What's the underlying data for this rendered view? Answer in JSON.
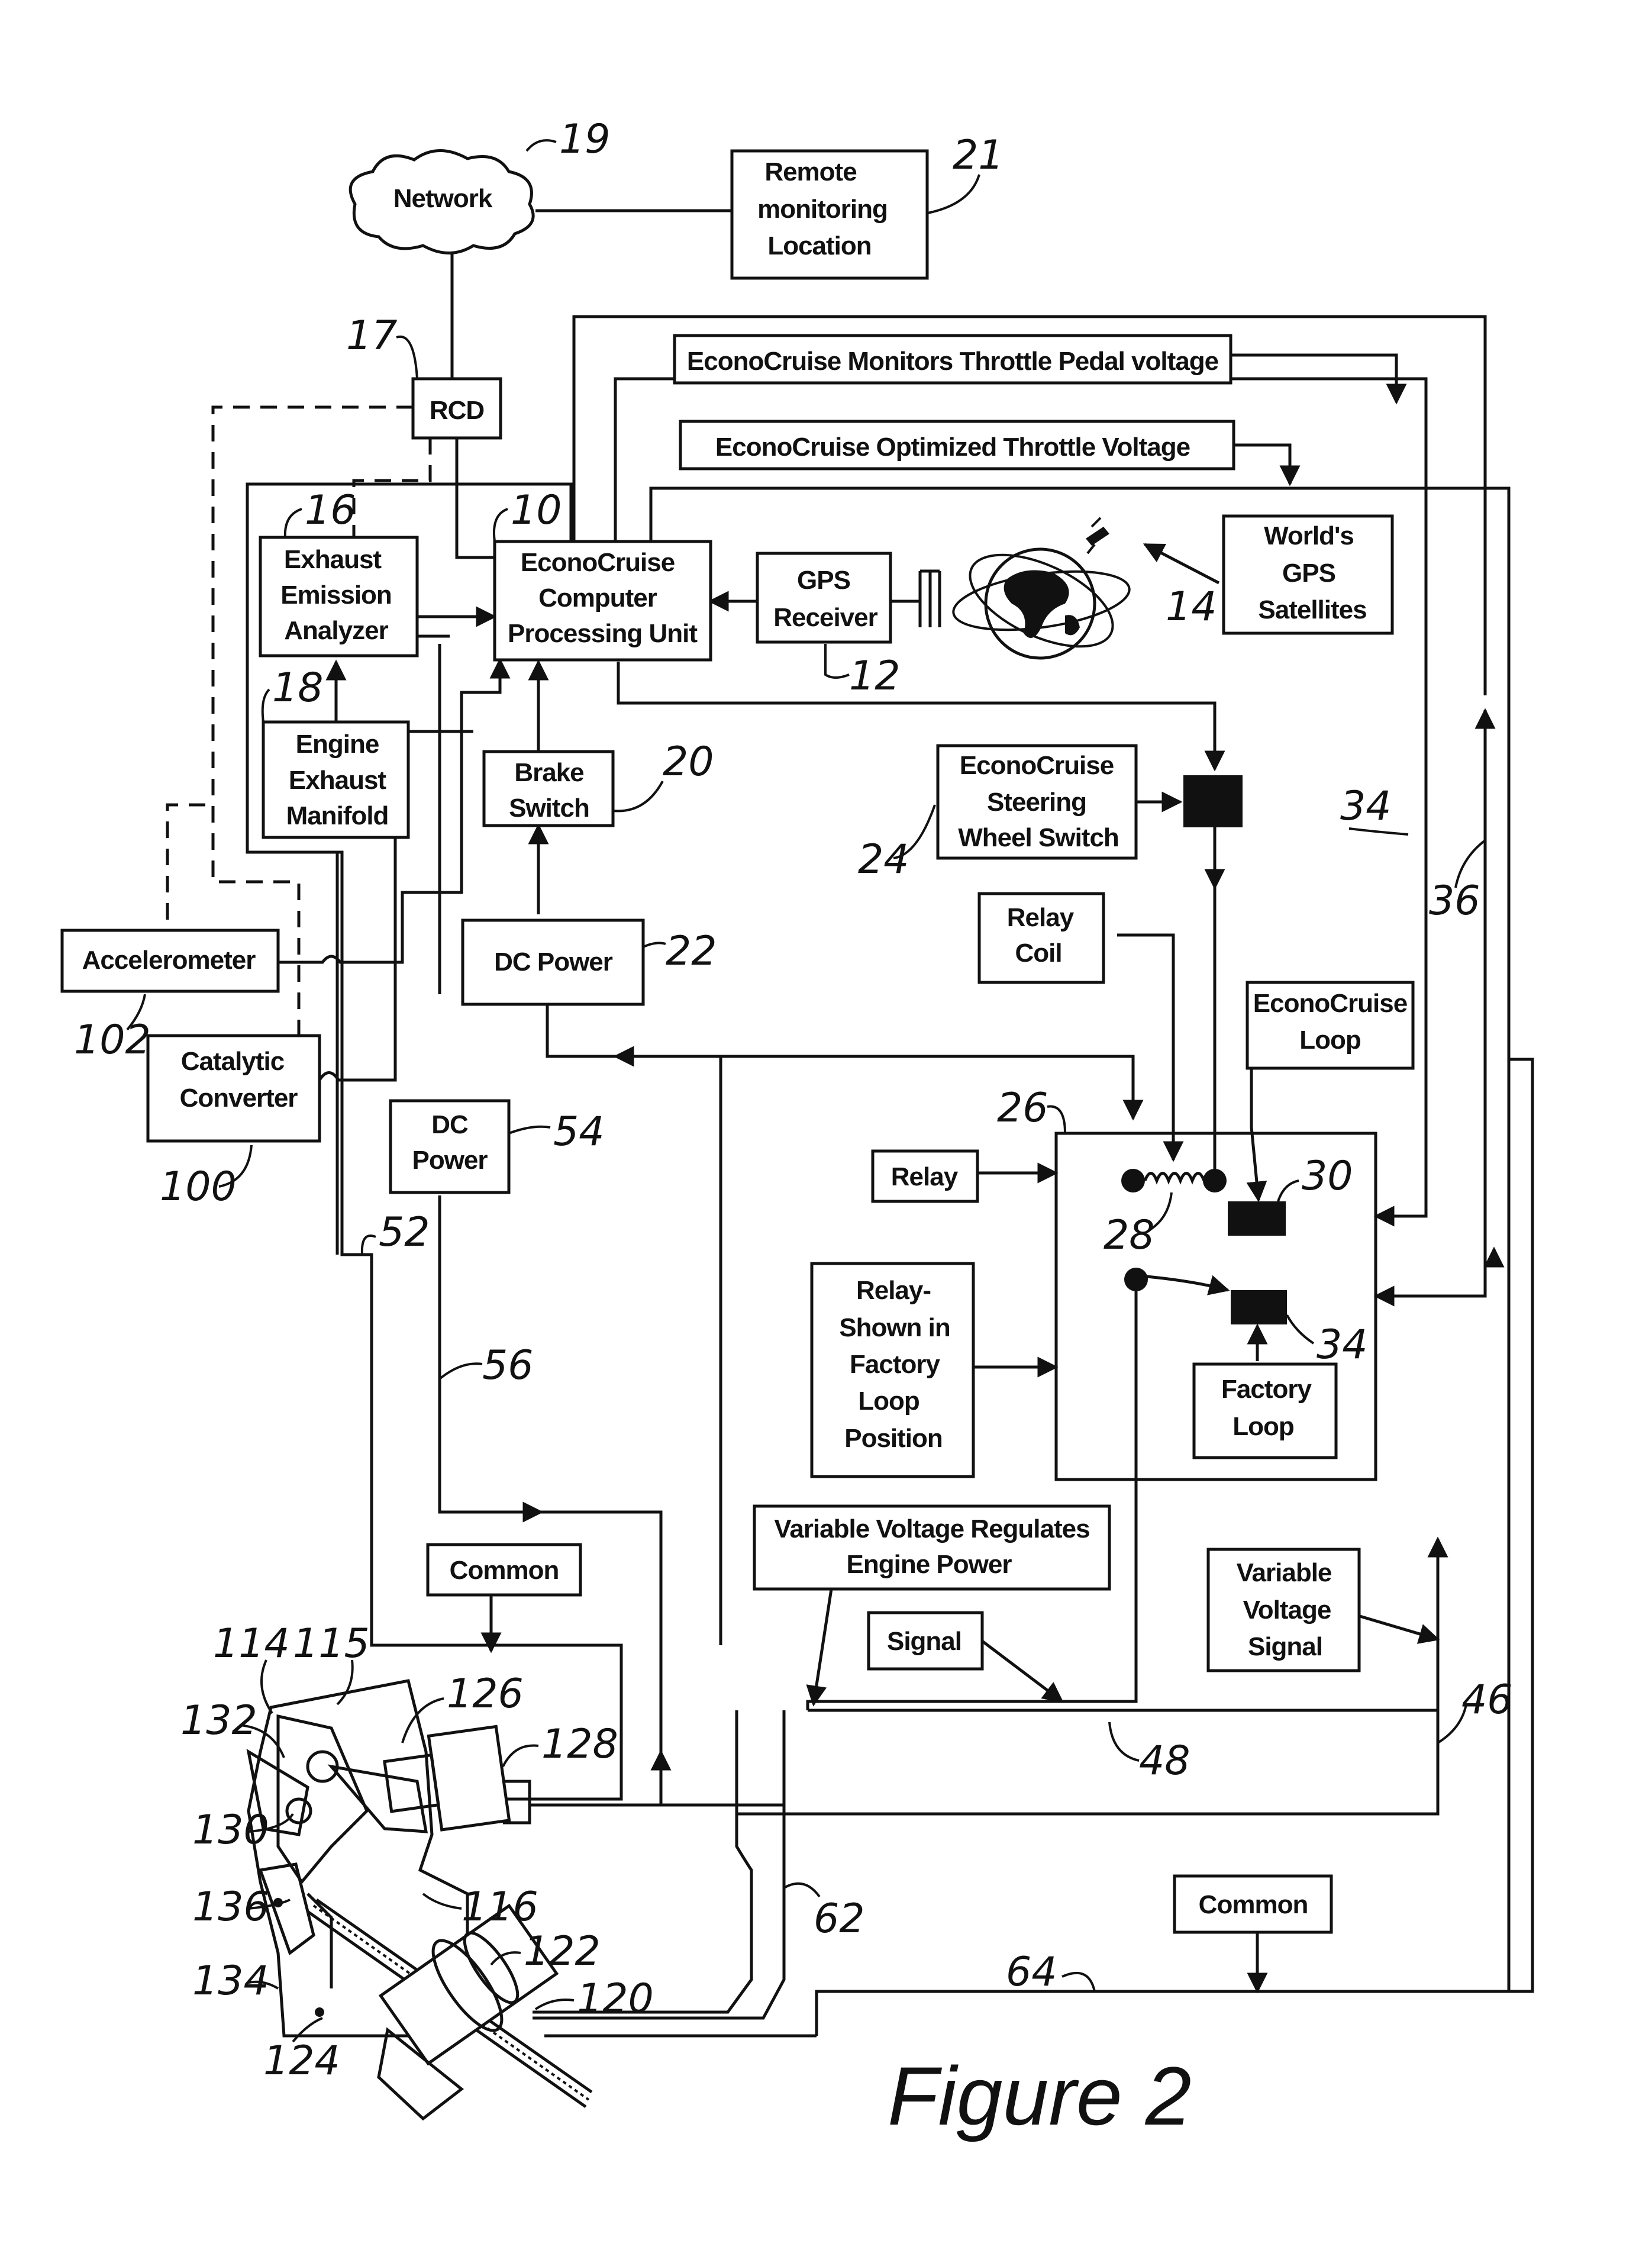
{
  "figure": {
    "caption": "Figure 2",
    "blocks": {
      "network": "Network",
      "remote_monitoring": [
        "Remote",
        "monitoring",
        "Location"
      ],
      "rcd": "RCD",
      "monitors_throttle": "EconoCruise Monitors Throttle Pedal voltage",
      "optimized_throttle": "EconoCruise Optimized Throttle Voltage",
      "exhaust_analyzer": [
        "Exhaust",
        "Emission",
        "Analyzer"
      ],
      "cpu": [
        "EconoCruise",
        "Computer",
        "Processing Unit"
      ],
      "gps_receiver": [
        "GPS",
        "Receiver"
      ],
      "gps_satellites": [
        "World's",
        "GPS",
        "Satellites"
      ],
      "engine_manifold": [
        "Engine",
        "Exhaust",
        "Manifold"
      ],
      "brake_switch": [
        "Brake",
        "Switch"
      ],
      "steering_switch": [
        "EconoCruise",
        "Steering",
        "Wheel Switch"
      ],
      "relay_coil": [
        "Relay",
        "Coil"
      ],
      "accelerometer": "Accelerometer",
      "dc_power_22": "DC Power",
      "econocruise_loop": [
        "EconoCruise",
        "Loop"
      ],
      "catalytic_converter": [
        "Catalytic",
        "Converter"
      ],
      "dc_power_54": [
        "DC",
        "Power"
      ],
      "relay": "Relay",
      "relay_factory": [
        "Relay-",
        "Shown in",
        "Factory",
        "Loop",
        "Position"
      ],
      "factory_loop": [
        "Factory",
        "Loop"
      ],
      "variable_voltage_regulates": [
        "Variable Voltage Regulates",
        "Engine Power"
      ],
      "common_top": "Common",
      "signal": "Signal",
      "variable_voltage_signal": [
        "Variable",
        "Voltage",
        "Signal"
      ],
      "common_bottom": "Common"
    },
    "refs": {
      "r19": "19",
      "r21": "21",
      "r17": "17",
      "r16": "16",
      "r10": "10",
      "r12": "12",
      "r14": "14",
      "r18": "18",
      "r20": "20",
      "r24": "24",
      "r34a": "34",
      "r36": "36",
      "r22": "22",
      "r102": "102",
      "r26": "26",
      "r100": "100",
      "r54": "54",
      "r28": "28",
      "r30": "30",
      "r34b": "34",
      "r52": "52",
      "r56": "56",
      "r48": "48",
      "r46": "46",
      "r62": "62",
      "r64": "64",
      "r114": "114",
      "r115": "115",
      "r126": "126",
      "r128": "128",
      "r132": "132",
      "r130": "130",
      "r116": "116",
      "r136": "136",
      "r122": "122",
      "r134": "134",
      "r120": "120",
      "r124": "124"
    }
  }
}
